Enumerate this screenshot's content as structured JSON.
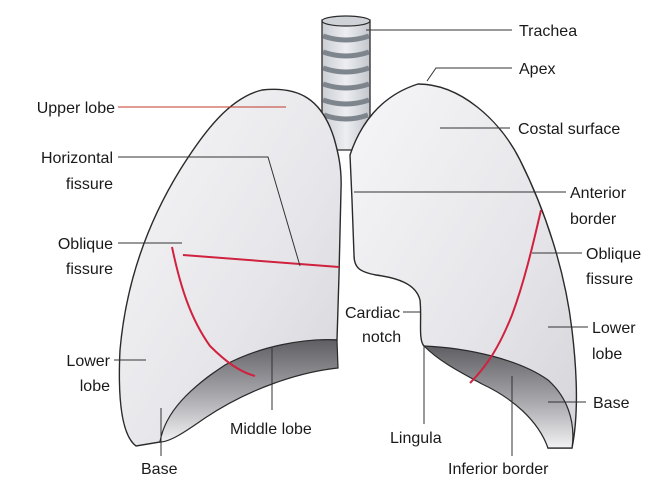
{
  "labels": {
    "trachea": "Trachea",
    "apex": "Apex",
    "upper_lobe": "Upper lobe",
    "costal_surface": "Costal surface",
    "horizontal_fissure_l1": "Horizontal",
    "horizontal_fissure_l2": "fissure",
    "anterior_border_l1": "Anterior",
    "anterior_border_l2": "border",
    "oblique_fissure_left_l1": "Oblique",
    "oblique_fissure_left_l2": "fissure",
    "oblique_fissure_right_l1": "Oblique",
    "oblique_fissure_right_l2": "fissure",
    "cardiac_notch_l1": "Cardiac",
    "cardiac_notch_l2": "notch",
    "lower_lobe_left_l1": "Lower",
    "lower_lobe_left_l2": "lobe",
    "lower_lobe_right_l1": "Lower",
    "lower_lobe_right_l2": "lobe",
    "base_left": "Base",
    "base_right": "Base",
    "middle_lobe": "Middle lobe",
    "lingula": "Lingula",
    "inferior_border": "Inferior border"
  },
  "colors": {
    "lung_fill": "#e9e9ec",
    "lung_outline": "#2a2a2a",
    "fissure": "#d0213f",
    "leader_upper_lobe": "#c0392b",
    "leader": "#333333",
    "base_dark": "#6f6f73",
    "base_light": "#f3f3f3",
    "trachea_fill": "#d3d3d8",
    "trachea_ring": "#8a8f96"
  }
}
